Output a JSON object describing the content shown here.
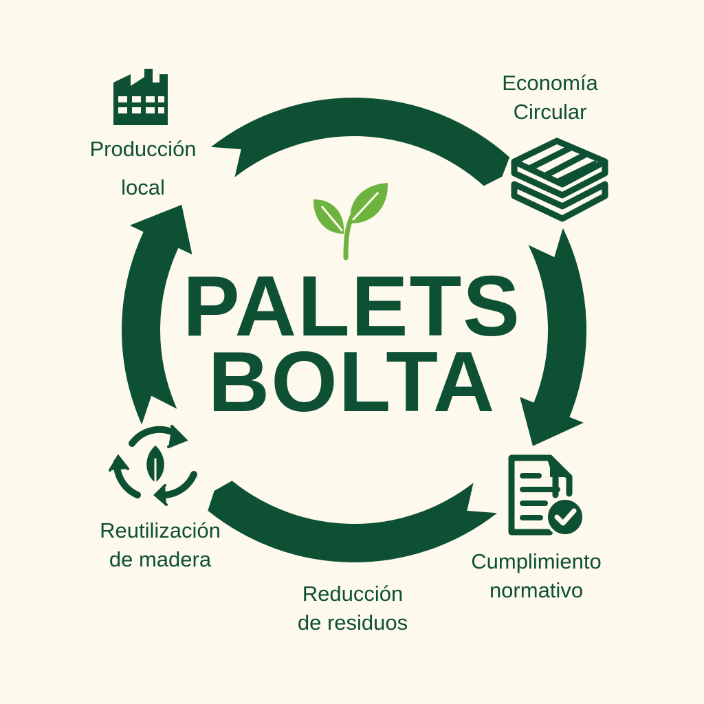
{
  "title": {
    "line1": "PALETS",
    "line2": "BOLTA"
  },
  "labels": {
    "produccion": {
      "line1": "Producción",
      "line2": "local"
    },
    "economia": {
      "line1": "Economía",
      "line2": "Circular"
    },
    "cumplimiento": {
      "line1": "Cumplimiento",
      "line2": "normativo"
    },
    "reduccion": {
      "line1": "Reducción",
      "line2": "de residuos"
    },
    "reutilizacion": {
      "line1": "Reutilización",
      "line2": "de madera"
    }
  },
  "icons": [
    "factory-icon",
    "pallets-icon",
    "document-check-icon",
    "recycle-leaf-icon",
    "sprout-icon"
  ],
  "colors": {
    "background": "#fdf9ec",
    "primary": "#0e5034",
    "leaf": "#6db33f"
  }
}
